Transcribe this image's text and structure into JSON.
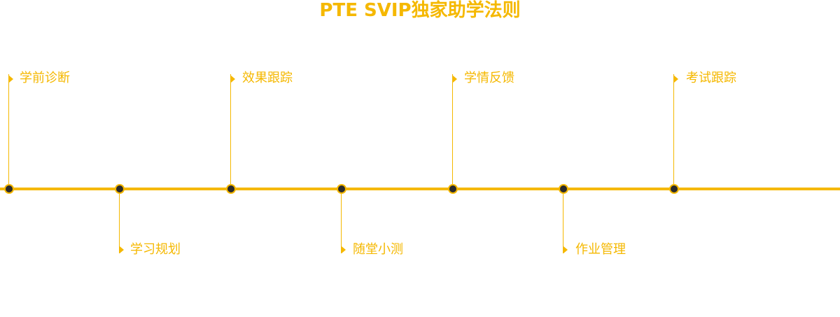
{
  "title": "PTE SVIP独家助学法则",
  "colors": {
    "accent": "#f5b800",
    "node": "#2b2b2b"
  },
  "steps": [
    {
      "label": "学前诊断",
      "position": "top"
    },
    {
      "label": "学习规划",
      "position": "bottom"
    },
    {
      "label": "效果跟踪",
      "position": "top"
    },
    {
      "label": "随堂小测",
      "position": "bottom"
    },
    {
      "label": "学情反馈",
      "position": "top"
    },
    {
      "label": "作业管理",
      "position": "bottom"
    },
    {
      "label": "考试跟踪",
      "position": "top"
    }
  ]
}
